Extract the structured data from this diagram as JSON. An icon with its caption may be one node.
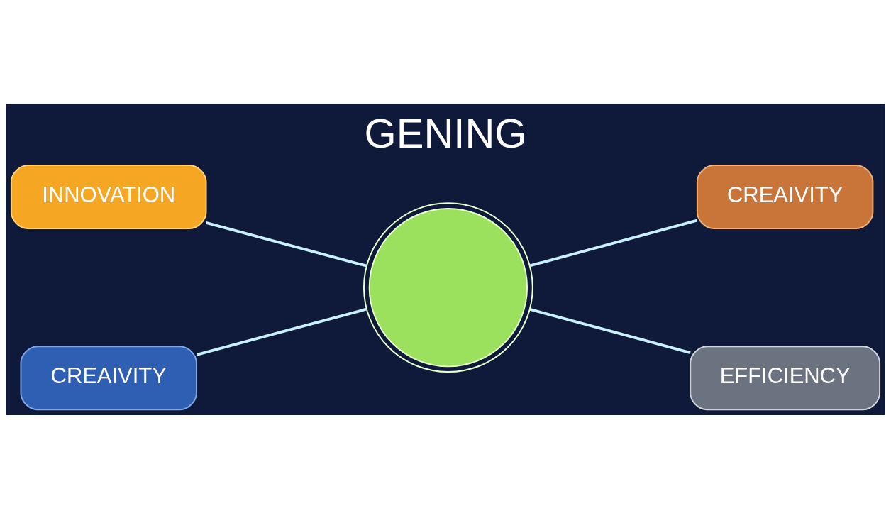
{
  "diagram": {
    "title": "GENING",
    "nodes": [
      {
        "text": [
          "INNOVATION"
        ]
      },
      {
        "text": [
          "CREAIVITY"
        ]
      },
      {
        "text": [],
        "shape": "picture"
      },
      {
        "text": [
          "CREAIVITY"
        ]
      },
      {
        "text": [
          "EFFICIENCY"
        ]
      }
    ],
    "edges": [
      {
        "from": 0,
        "to": 2,
        "arrow": "none"
      },
      {
        "from": 3,
        "to": 2,
        "arrow": "none"
      },
      {
        "from": 2,
        "to": 1,
        "arrow": "none"
      },
      {
        "from": 2,
        "to": 4,
        "arrow": "none"
      }
    ]
  }
}
